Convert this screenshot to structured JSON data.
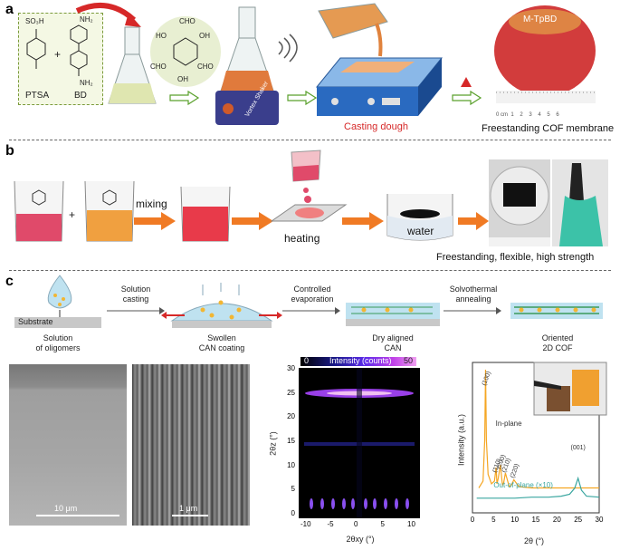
{
  "panel_a": {
    "letter": "a",
    "ptsa_label": "PTSA",
    "bd_label": "BD",
    "plus": "+",
    "so3h": "SO₃H",
    "nh2_top": "NH₂",
    "nh2_bottom": "NH₂",
    "cho_1": "CHO",
    "cho_2": "CHO",
    "cho_3": "CHO",
    "ho_1": "HO",
    "oh_1": "OH",
    "oh_2": "OH",
    "shaker_text": "Vortex Shaker",
    "casting_label": "Casting dough",
    "membrane_tag": "M-TpBD",
    "membrane_label": "Freestanding COF membrane",
    "ruler_text": "0 cm  1    2    3    4    5    6",
    "colors": {
      "accent_red": "#d62828",
      "arrow_green": "#5aa02c",
      "membrane": "#d23c3c"
    }
  },
  "panel_b": {
    "letter": "b",
    "plus": "+",
    "mixing_label": "mixing",
    "heating_label": "heating",
    "water_label": "water",
    "caption": "Freestanding, flexible, high strength",
    "colors": {
      "arrow_orange": "#f07a24"
    }
  },
  "panel_c": {
    "letter": "c",
    "substrate_label": "Substrate",
    "step1": "Solution\ncasting",
    "step2": "Controlled\nevaporation",
    "step3": "Solvothermal\nannealing",
    "state1": "Solution\nof oligomers",
    "state2": "Swollen\nCAN coating",
    "state3": "Dry aligned\nCAN",
    "state4": "Oriented\n2D COF",
    "sem_scale_1": "10 μm",
    "sem_scale_2": "1 μm"
  },
  "giwaxs": {
    "colorbar_min": "0",
    "colorbar_label": "Intensity (counts)",
    "colorbar_max": "50",
    "y_label": "2θz (°)",
    "x_label": "2θxy (°)",
    "y_ticks": [
      "30",
      "25",
      "20",
      "15",
      "10",
      "5",
      "0"
    ],
    "x_ticks": [
      "-10",
      "-5",
      "0",
      "5",
      "10"
    ]
  },
  "chart_data": {
    "type": "line",
    "xlabel": "2θ (°)",
    "ylabel": "Intensity (a.u.)",
    "xlim": [
      0,
      30
    ],
    "x_ticks": [
      "0",
      "5",
      "10",
      "15",
      "20",
      "25",
      "30"
    ],
    "series": [
      {
        "name": "In-plane",
        "color": "#f5a623",
        "x": [
          1.5,
          2.5,
          2.9,
          3.1,
          3.3,
          3.7,
          4.5,
          5.2,
          5.6,
          5.8,
          6.1,
          6.6,
          7.1,
          7.4,
          7.8,
          8.7,
          9.2,
          9.8,
          11,
          14,
          18,
          22,
          26,
          30
        ],
        "y": [
          0.05,
          0.1,
          0.4,
          0.92,
          0.4,
          0.15,
          0.08,
          0.1,
          0.2,
          0.08,
          0.12,
          0.22,
          0.07,
          0.09,
          0.16,
          0.06,
          0.07,
          0.11,
          0.06,
          0.05,
          0.05,
          0.05,
          0.05,
          0.05
        ]
      },
      {
        "name": "Out-of-plane (×10)",
        "color": "#3aa6a0",
        "x": [
          1,
          5,
          10,
          14,
          18,
          21,
          23,
          24.2,
          25,
          25.8,
          27,
          30
        ],
        "y": [
          0.02,
          0.02,
          0.02,
          0.03,
          0.03,
          0.04,
          0.06,
          0.12,
          0.22,
          0.1,
          0.04,
          0.03
        ]
      }
    ],
    "peak_labels": [
      "(100)",
      "(110)",
      "(200)",
      "(210)",
      "(220)",
      "(001)"
    ]
  }
}
